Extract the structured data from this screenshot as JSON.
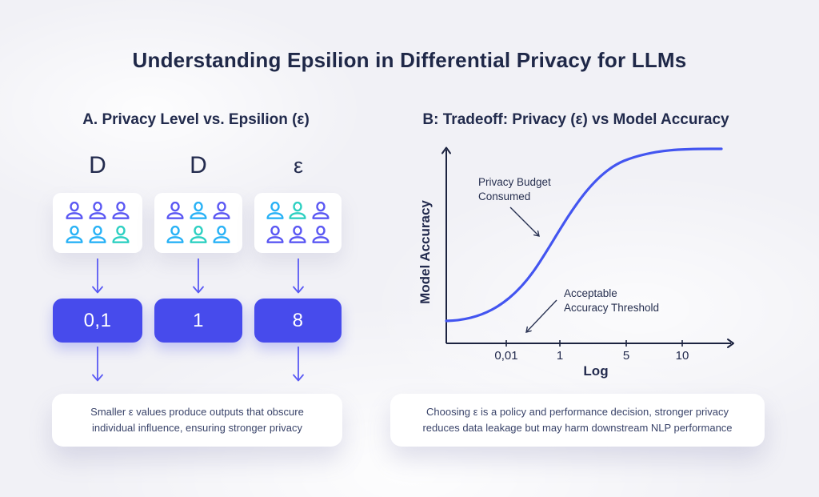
{
  "title": "Understanding Epsilion in Differential Privacy for LLMs",
  "panel_a": {
    "heading": "A. Privacy Level vs. Epsilion (ε)",
    "groups": [
      {
        "label": "D",
        "icon_colors": [
          "purple",
          "purple",
          "purple",
          "cyan",
          "cyan",
          "teal"
        ],
        "epsilon_value": "0,1"
      },
      {
        "label": "D",
        "icon_colors": [
          "purple",
          "cyan",
          "purple",
          "cyan",
          "teal",
          "cyan"
        ],
        "epsilon_value": "1"
      },
      {
        "label": "ε",
        "icon_colors": [
          "cyan",
          "teal",
          "purple",
          "purple",
          "purple",
          "purple"
        ],
        "epsilon_value": "8"
      }
    ],
    "note": "Smaller ε values produce outputs that obscure individual influence, ensuring stronger privacy"
  },
  "panel_b": {
    "heading": "B: Tradeoff: Privacy (ε) vs Model Accuracy",
    "note": "Choosing ε is a policy and performance decision, stronger privacy reduces data leakage but may harm downstream NLP performance"
  },
  "chart_data": {
    "type": "line",
    "title": "B: Tradeoff: Privacy (ε) vs Model Accuracy",
    "xlabel": "Log",
    "ylabel": "Model Accuracy",
    "x_tick_labels": [
      "0,01",
      "1",
      "5",
      "10"
    ],
    "x_axis_scale": "log",
    "grid": false,
    "legend": false,
    "curve_shape": "increasing sigmoid: low accuracy plateau at small ε, steep rise around ε≈0,1–1, saturates to maximum accuracy beyond ε≈10",
    "points_norm_xy": [
      [
        0.0,
        0.06
      ],
      [
        0.12,
        0.08
      ],
      [
        0.25,
        0.18
      ],
      [
        0.38,
        0.44
      ],
      [
        0.47,
        0.62
      ],
      [
        0.58,
        0.82
      ],
      [
        0.72,
        0.94
      ],
      [
        0.85,
        0.99
      ],
      [
        1.0,
        1.0
      ]
    ],
    "annotations": [
      {
        "line1": "Privacy Budget",
        "line2": "Consumed",
        "points_to": "middle rising section of curve"
      },
      {
        "line1": "Acceptable",
        "line2": "Accuracy Threshold",
        "points_to": "low region near x-axis"
      }
    ]
  },
  "colors": {
    "background": "#f1f1f6",
    "navy_text": "#222b4d",
    "axis": "#1c2340",
    "curve_blue": "#4355f0",
    "box_blue": "#474bec",
    "arrow_purple": "#5a5af4",
    "icon_palette": {
      "purple": "#5b58f3",
      "cyan": "#29b2f6",
      "teal": "#2ed0c2"
    }
  }
}
